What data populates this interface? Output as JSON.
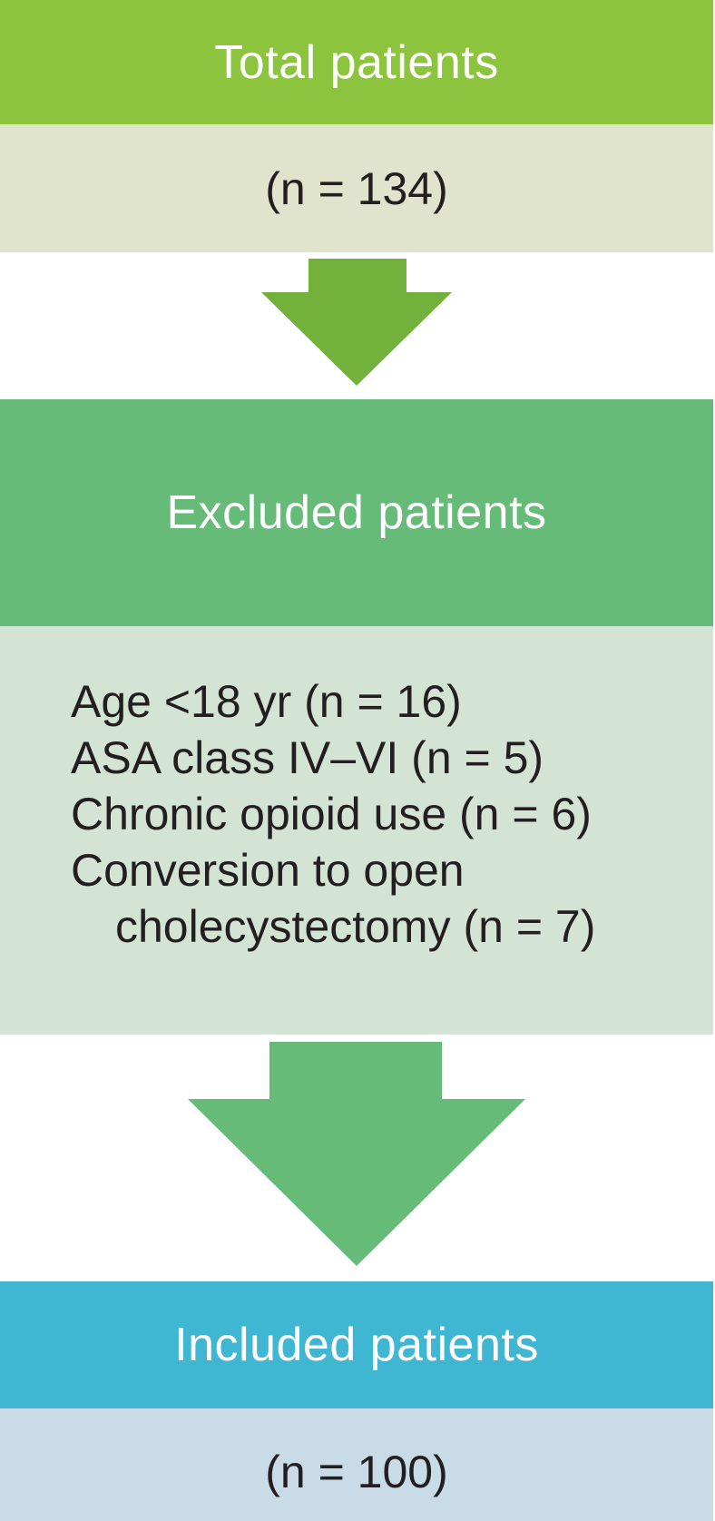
{
  "figure": {
    "total": {
      "label": "Total patients",
      "count": "(n = 134)"
    },
    "excluded": {
      "label": "Excluded patients",
      "reasons": [
        {
          "text": "Age <18 yr (n = 16)",
          "indent": false
        },
        {
          "text": "ASA class IV–VI (n = 5)",
          "indent": false
        },
        {
          "text": "Chronic opioid use (n = 6)",
          "indent": false
        },
        {
          "text": "Conversion to open",
          "indent": false
        },
        {
          "text": "cholecystectomy (n = 7)",
          "indent": true
        }
      ]
    },
    "included": {
      "label": "Included patients",
      "count": "(n = 100)"
    }
  },
  "icons": {
    "arrow_1": "down-arrow",
    "arrow_2": "down-arrow"
  },
  "colors": {
    "header_green": "#8cc43e",
    "beige": "#e0e4cd",
    "arrow1_green": "#72b23c",
    "excluded_green": "#66bb78",
    "light_green": "#d4e4d4",
    "arrow2_green": "#66bb78",
    "cyan": "#3fb6d2",
    "light_blue": "#c9dbe6",
    "dark_text": "#231f20",
    "white_text": "#ffffff"
  }
}
